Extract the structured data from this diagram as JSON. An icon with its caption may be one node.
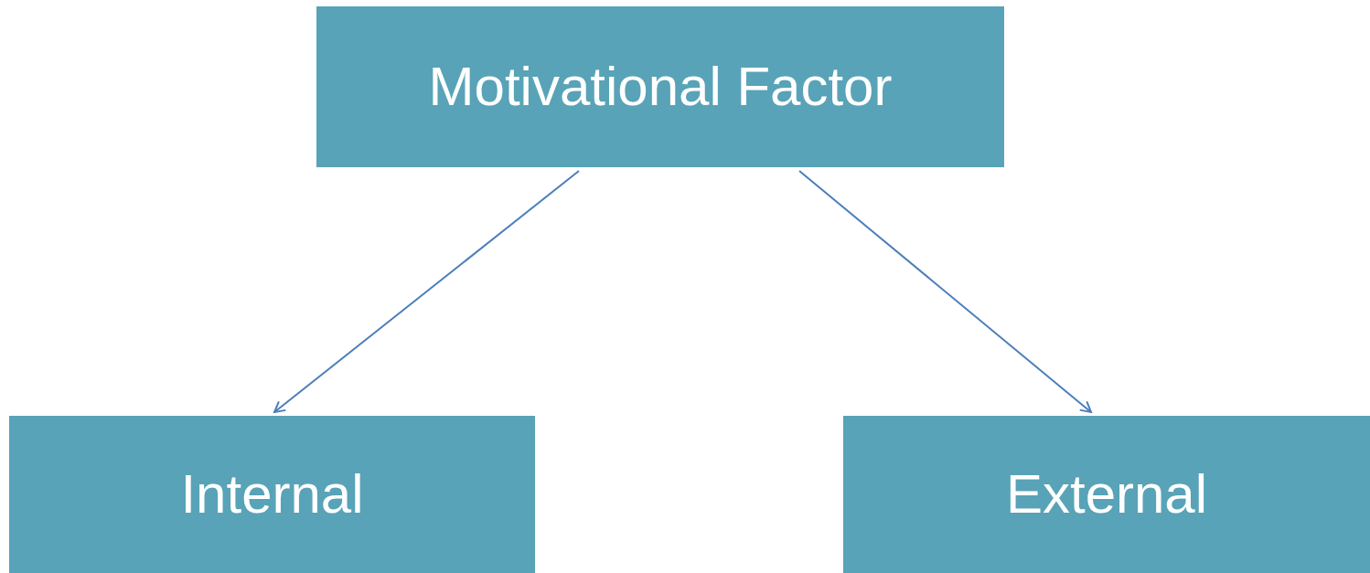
{
  "diagram": {
    "nodes": [
      {
        "text": [
          "Motivational Factor"
        ]
      },
      {
        "text": [
          "Internal"
        ]
      },
      {
        "text": [
          "External"
        ]
      }
    ],
    "edges": [
      {
        "from": 0,
        "to": 1,
        "arrow": "to"
      },
      {
        "from": 0,
        "to": 2,
        "arrow": "to"
      }
    ]
  }
}
